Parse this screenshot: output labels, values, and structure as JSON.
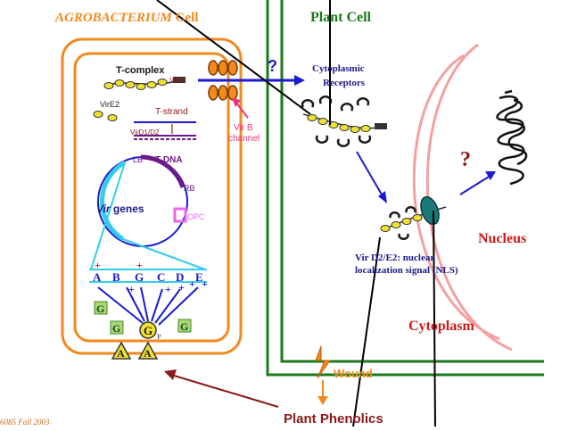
{
  "labels": {
    "agro_title_a": "AGROBACTERIUM",
    "agro_title_b": " Cell",
    "plant_title": "Plant Cell",
    "t_complex": "T-complex",
    "vird2_small": "VirD2",
    "vire2": "VirE2",
    "t_strand": "T-strand",
    "vird1d2": "VirD1/D2",
    "lb": "LB",
    "tdna": "T-DNA",
    "rb": "RB",
    "opc": "OPC",
    "vir_genes_a": "Vir",
    "vir_genes_b": " genes",
    "question_blue": "?",
    "question_red": "?",
    "cyto_receptors_1": "Cytoplasmic",
    "cyto_receptors_2": "Receptors",
    "virb_1": "Vir B",
    "virb_2": "channel",
    "nucleus": "Nucleus",
    "nls_1": "Vir D2/E2: nuclear",
    "nls_2": "localization signal (NLS)",
    "cytoplasm": "Cytoplasm",
    "wound": "Wound",
    "phenolics": "Plant Phenolics",
    "footer": "6085 Fall 2003",
    "g": "G",
    "a": "A",
    "p": "P",
    "plus": "+",
    "genes": [
      "A",
      "B",
      "G",
      "C",
      "D",
      "E"
    ]
  },
  "colors": {
    "agro": "#f28a1e",
    "plant": "#1a7a1a",
    "blue": "#1a1ad0",
    "darkred": "#8b1a1a",
    "red": "#cc1a1a",
    "nucleus": "#f4a0a0",
    "cyan": "#33ccee",
    "purple": "#6a1a8a",
    "pink": "#ee66ee",
    "yellow": "#f0e030",
    "teal": "#1a7a7a"
  }
}
